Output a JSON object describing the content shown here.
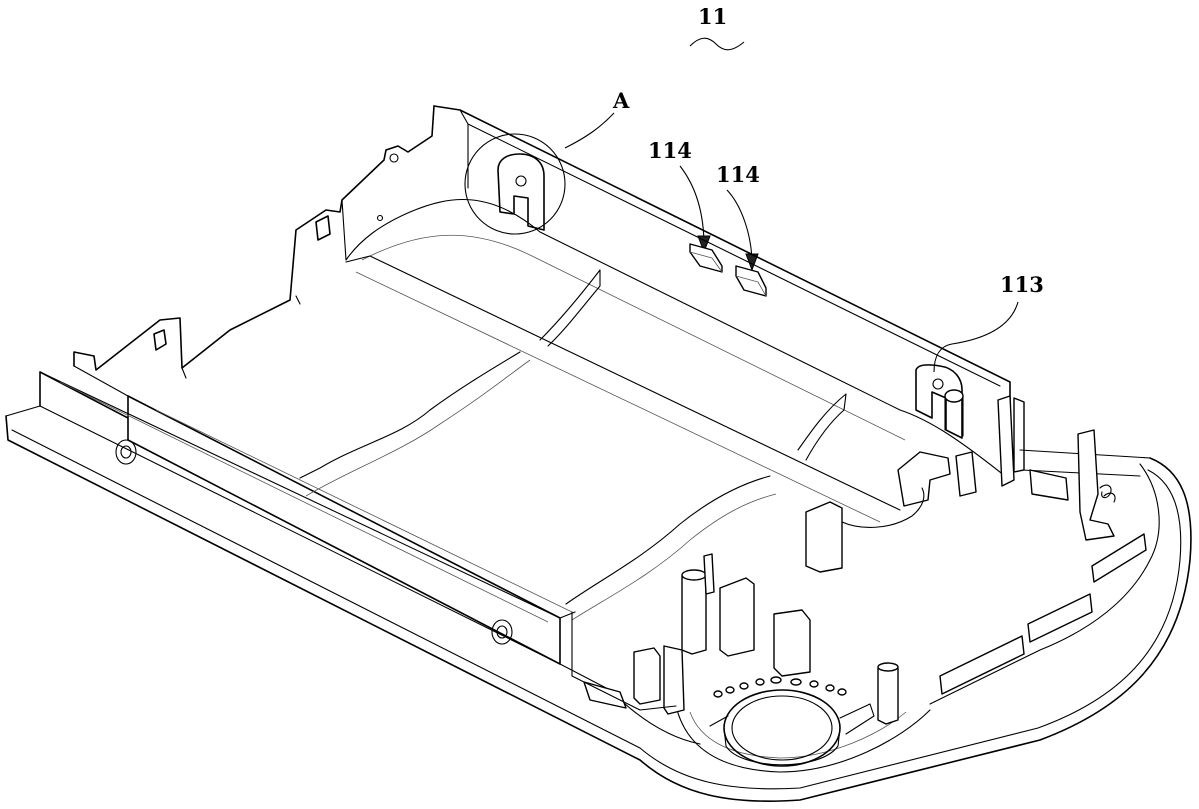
{
  "figure": {
    "labels": {
      "part_number": "11",
      "detail_marker": "A",
      "clip_left": "114",
      "clip_right": "114",
      "boss": "113"
    }
  }
}
